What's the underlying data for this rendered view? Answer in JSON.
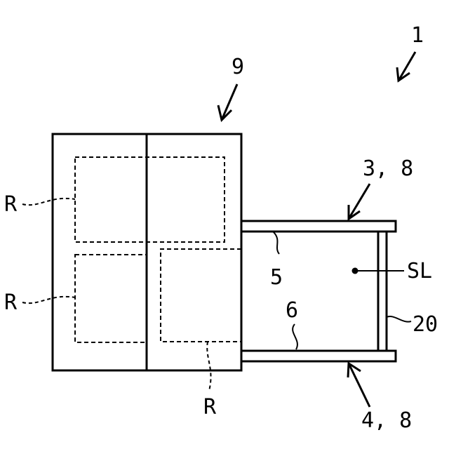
{
  "labels": {
    "device": "1",
    "unit": "9",
    "rail_upper": "3, 8",
    "rail_lower": "4, 8",
    "upper_edge": "5",
    "lower_edge": "6",
    "region_upper_left": "R",
    "region_lower_left": "R",
    "region_lower_right": "R",
    "point": "SL",
    "end_plate": "20"
  },
  "colors": {
    "line": "#000000",
    "background": "#ffffff"
  }
}
